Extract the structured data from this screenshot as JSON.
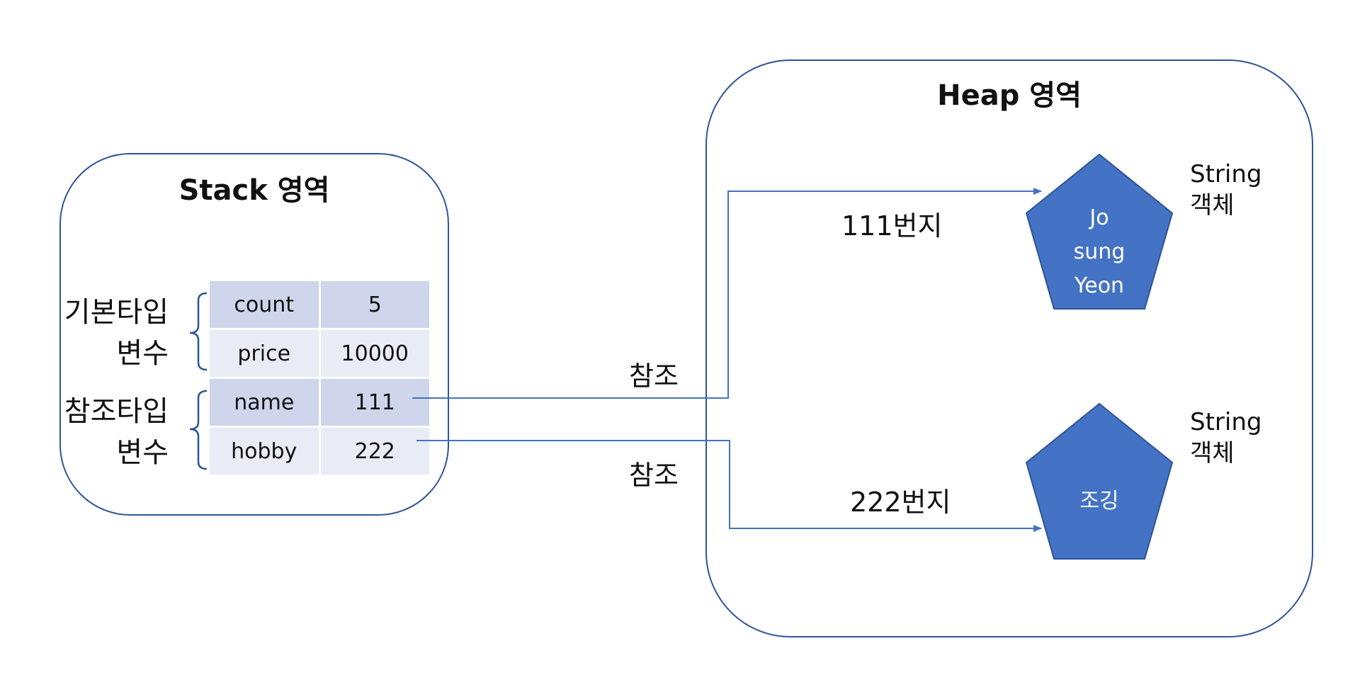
{
  "stack": {
    "title": "Stack 영역",
    "rows": [
      {
        "name": "count",
        "value": "5"
      },
      {
        "name": "price",
        "value": "10000"
      },
      {
        "name": "name",
        "value": "111"
      },
      {
        "name": "hobby",
        "value": "222"
      }
    ],
    "groups": {
      "primitive": {
        "line1": "기본타입",
        "line2": "변수"
      },
      "reference": {
        "line1": "참조타입",
        "line2": "변수"
      }
    }
  },
  "heap": {
    "title": "Heap 영역",
    "objects": [
      {
        "address": "111번지",
        "lines": [
          "Jo",
          "sung",
          "Yeon"
        ],
        "type_line1": "String",
        "type_line2": "객체"
      },
      {
        "address": "222번지",
        "lines": [
          "조깅"
        ],
        "type_line1": "String",
        "type_line2": "객체"
      }
    ]
  },
  "reference_labels": [
    "참조",
    "참조"
  ],
  "colors": {
    "border": "#2f5597",
    "object_fill": "#4472c4",
    "connector": "#4472c4",
    "row_dark": "#cfd5ea",
    "row_light": "#e9ebf5"
  }
}
